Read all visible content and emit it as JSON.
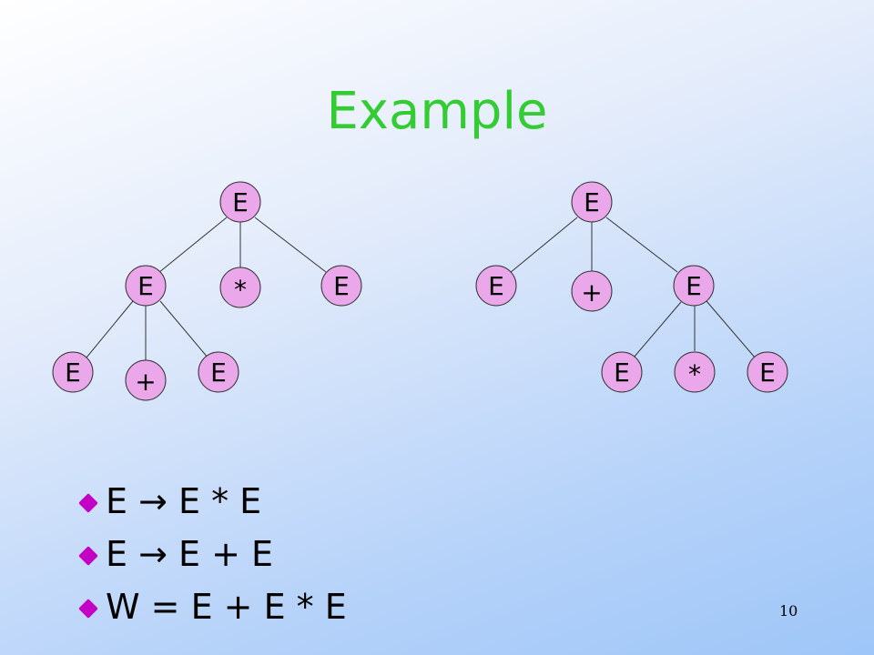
{
  "slide": {
    "title": "Example",
    "page_number": "10"
  },
  "trees": [
    {
      "name": "left-tree",
      "nodes": [
        {
          "id": "root",
          "label": "E"
        },
        {
          "id": "left",
          "label": "E"
        },
        {
          "id": "op",
          "label": "*"
        },
        {
          "id": "right",
          "label": "E"
        },
        {
          "id": "left-left",
          "label": "E"
        },
        {
          "id": "left-op",
          "label": "+"
        },
        {
          "id": "left-right",
          "label": "E"
        }
      ]
    },
    {
      "name": "right-tree",
      "nodes": [
        {
          "id": "root",
          "label": "E"
        },
        {
          "id": "left",
          "label": "E"
        },
        {
          "id": "op",
          "label": "+"
        },
        {
          "id": "right",
          "label": "E"
        },
        {
          "id": "right-left",
          "label": "E"
        },
        {
          "id": "right-op",
          "label": "*"
        },
        {
          "id": "right-right",
          "label": "E"
        }
      ]
    }
  ],
  "bullets": [
    "E  → E * E",
    "E  → E + E",
    "W = E + E * E"
  ],
  "colors": {
    "title": "#33cc33",
    "node_fill": "#eaa8ea",
    "bullet_mark": "#c400c4"
  }
}
